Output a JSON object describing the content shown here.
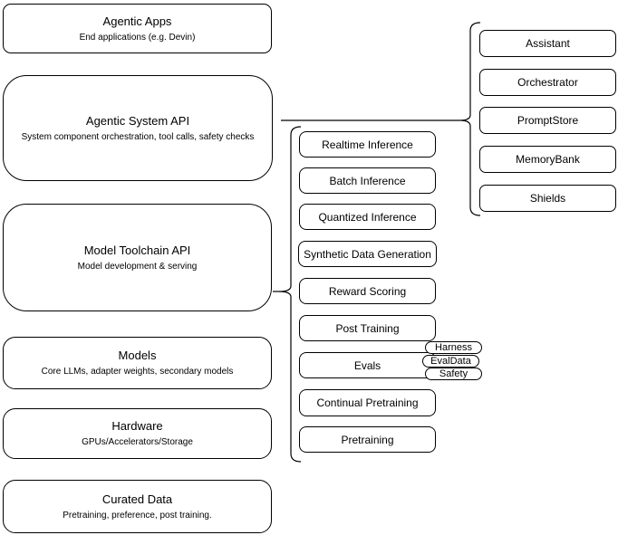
{
  "colors": {
    "background": "#ffffff",
    "box_fill": "#ffffff",
    "box_border": "#000000",
    "text": "#000000",
    "connector": "#000000"
  },
  "stack": {
    "agentic_apps": {
      "title": "Agentic Apps",
      "subtitle": "End applications (e.g. Devin)"
    },
    "agentic_system_api": {
      "title": "Agentic System API",
      "subtitle": "System component orchestration, tool calls, safety checks"
    },
    "model_toolchain_api": {
      "title": "Model Toolchain API",
      "subtitle": "Model development & serving"
    },
    "models": {
      "title": "Models",
      "subtitle": "Core LLMs, adapter weights, secondary models"
    },
    "hardware": {
      "title": "Hardware",
      "subtitle": "GPUs/Accelerators/Storage"
    },
    "curated_data": {
      "title": "Curated Data",
      "subtitle": "Pretraining, preference, post training."
    }
  },
  "toolchain": {
    "items": [
      {
        "label": "Realtime Inference"
      },
      {
        "label": "Batch Inference"
      },
      {
        "label": "Quantized Inference"
      },
      {
        "label": "Synthetic Data Generation"
      },
      {
        "label": "Reward Scoring"
      },
      {
        "label": "Post Training"
      },
      {
        "label": "Evals"
      },
      {
        "label": "Continual Pretraining"
      },
      {
        "label": "Pretraining"
      }
    ],
    "eval_tags": [
      {
        "label": "Harness"
      },
      {
        "label": "EvalData"
      },
      {
        "label": "Safety"
      }
    ]
  },
  "system_components": {
    "items": [
      {
        "label": "Assistant"
      },
      {
        "label": "Orchestrator"
      },
      {
        "label": "PromptStore"
      },
      {
        "label": "MemoryBank"
      },
      {
        "label": "Shields"
      }
    ]
  }
}
